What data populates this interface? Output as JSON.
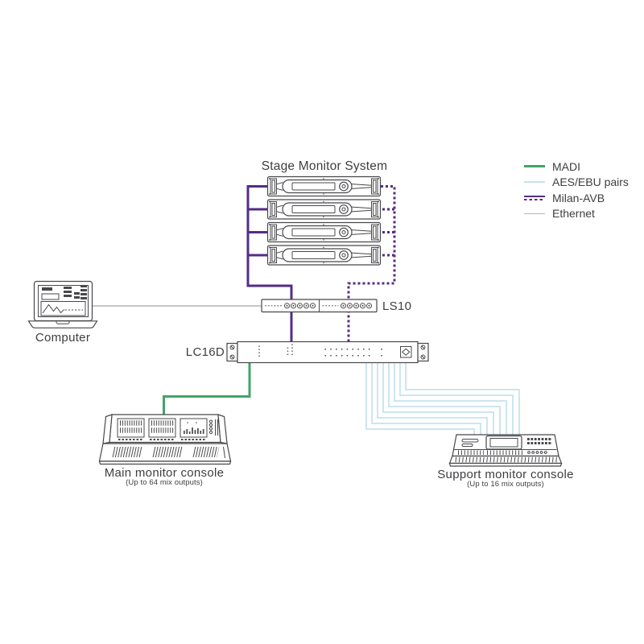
{
  "title": "Stage Monitor System",
  "labels": {
    "computer": "Computer",
    "ls10": "LS10",
    "lc16d": "LC16D",
    "main_console": "Main monitor console",
    "main_console_sub": "(Up to 64 mix outputs)",
    "support_console": "Support monitor console",
    "support_console_sub": "(Up to 16 mix outputs)"
  },
  "stage_monitor_amp_count": 4,
  "legend": {
    "items": [
      {
        "label": "MADI",
        "style": "solid",
        "color_key": "madi"
      },
      {
        "label": "AES/EBU pairs",
        "style": "solid",
        "color_key": "aes_ebu"
      },
      {
        "label": "Milan-AVB",
        "style": "solid-plus-dashed",
        "color_key": "milan_avb"
      },
      {
        "label": "Ethernet",
        "style": "solid",
        "color_key": "ethernet"
      }
    ]
  },
  "connections": [
    {
      "from": "stage-monitor-amps",
      "to": "ls10",
      "type": "Milan-AVB",
      "line": "solid"
    },
    {
      "from": "stage-monitor-amps",
      "to": "ls10",
      "type": "Milan-AVB",
      "line": "dashed"
    },
    {
      "from": "ls10",
      "to": "lc16d",
      "type": "Milan-AVB"
    },
    {
      "from": "computer",
      "to": "ls10",
      "type": "Ethernet"
    },
    {
      "from": "lc16d",
      "to": "main-console",
      "type": "MADI"
    },
    {
      "from": "lc16d",
      "to": "support-console",
      "type": "AES/EBU pairs",
      "count": 8
    }
  ],
  "colors": {
    "madi": "#41a56a",
    "aes_ebu": "#c6e3ee",
    "milan_avb": "#552c85",
    "ethernet": "#b4b4b7",
    "outline": "#48484b",
    "text": "#3e3e41"
  }
}
